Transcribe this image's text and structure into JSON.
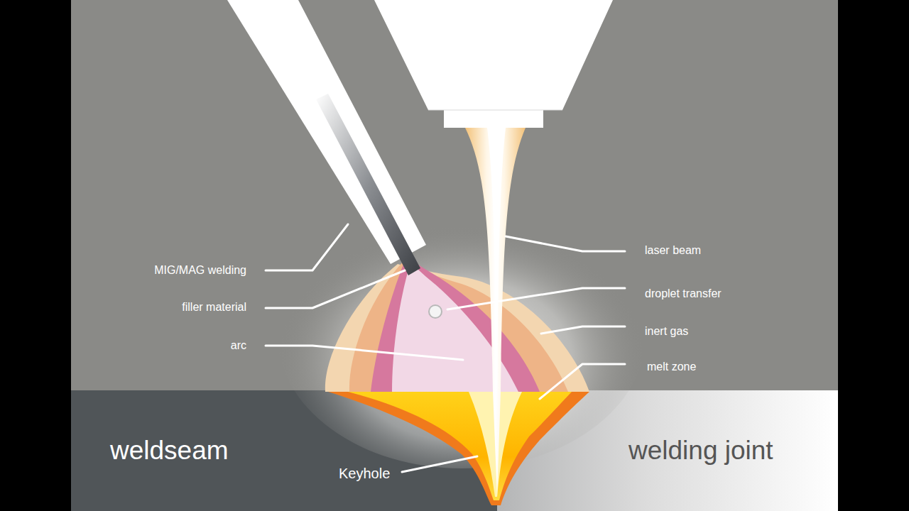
{
  "diagram": {
    "labels": [
      "MIG/MAG welding",
      "filler material",
      "arc",
      "laser beam",
      "droplet transfer",
      "inert gas",
      "melt zone",
      "weldseam",
      "welding joint",
      "Keyhole"
    ]
  }
}
